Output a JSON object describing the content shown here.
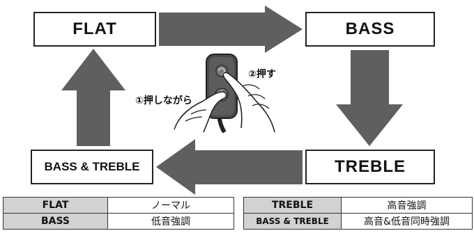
{
  "boxes": {
    "flat": "FLAT",
    "bass": "BASS",
    "treble": "TREBLE",
    "bass_treble": "BASS & TREBLE"
  },
  "labels": {
    "hold": "①押しながら",
    "press": "②押す"
  },
  "table_left": [
    {
      "mode": "FLAT",
      "desc": "ノーマル"
    },
    {
      "mode": "BASS",
      "desc": "低音強調"
    }
  ],
  "table_right": [
    {
      "mode": "TREBLE",
      "desc": "高音強調"
    },
    {
      "mode": "BASS & TREBLE",
      "desc": "高音&低音同時強調"
    }
  ],
  "colors": {
    "arrow": "#5f5f5f",
    "table_header": "#d2d2d2",
    "border": "#222222"
  }
}
